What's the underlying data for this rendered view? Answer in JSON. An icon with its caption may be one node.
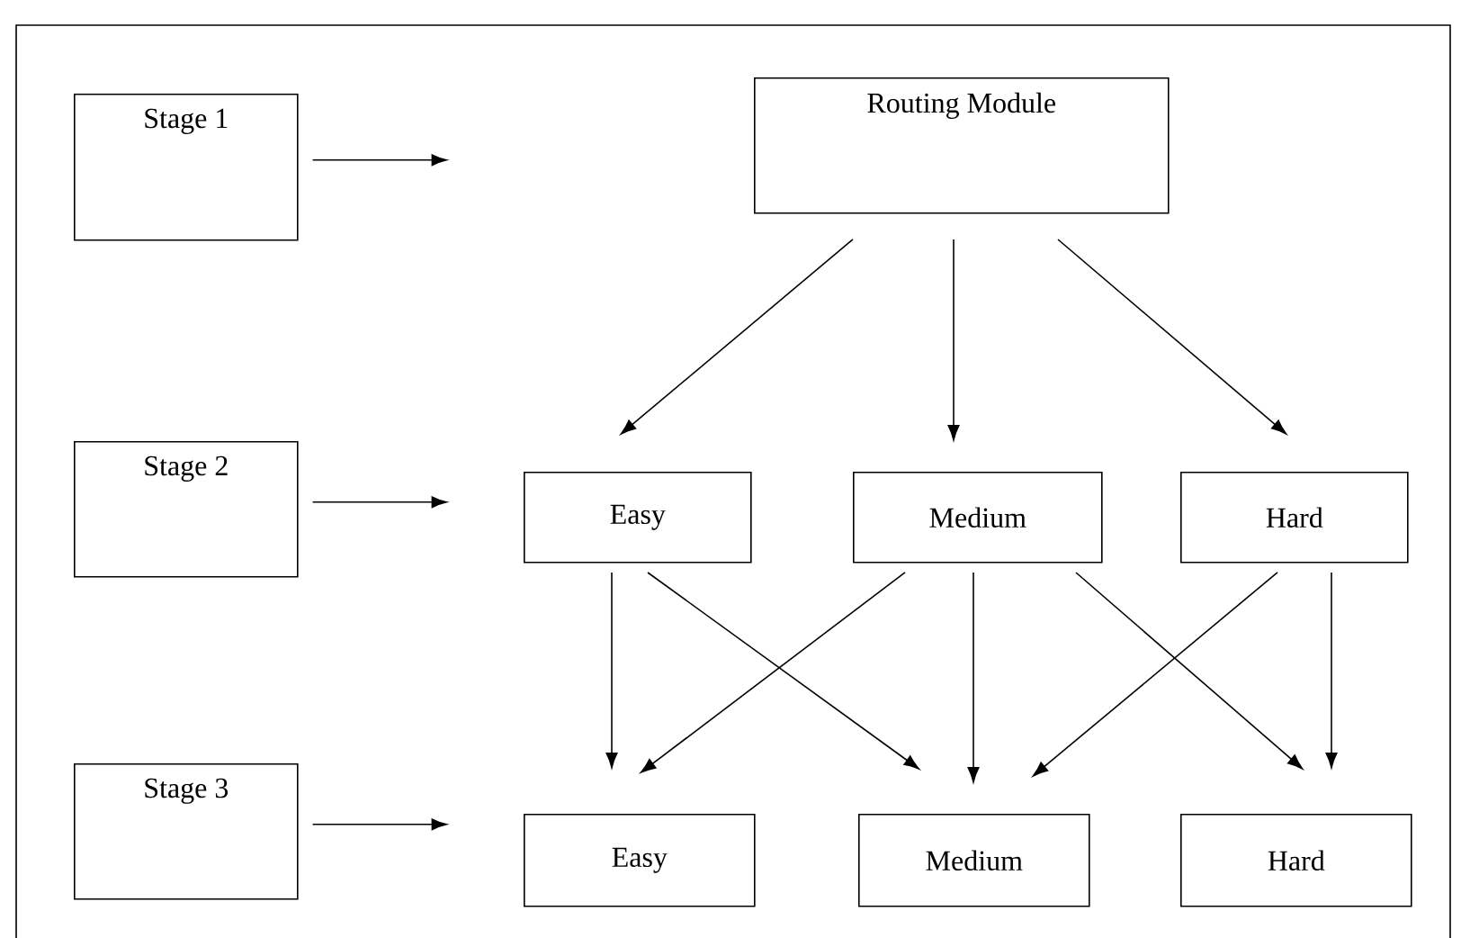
{
  "diagram": {
    "nodes": [
      {
        "text": [
          "Stage 1"
        ]
      },
      {
        "text": [
          "Routing Module"
        ]
      },
      {
        "text": [
          "Stage 2"
        ]
      },
      {
        "text": [
          "Easy"
        ]
      },
      {
        "text": [
          "Medium"
        ]
      },
      {
        "text": [
          "Hard"
        ]
      },
      {
        "text": [
          "Stage 3"
        ]
      },
      {
        "text": [
          "Easy"
        ]
      },
      {
        "text": [
          "Medium"
        ]
      },
      {
        "text": [
          "Hard"
        ]
      }
    ],
    "edges": [
      {
        "from": 0,
        "to": null,
        "arrow": "to"
      },
      {
        "from": 1,
        "to": 3,
        "arrow": "to"
      },
      {
        "from": 1,
        "to": 4,
        "arrow": "to"
      },
      {
        "from": 1,
        "to": 5,
        "arrow": "to"
      },
      {
        "from": 2,
        "to": null,
        "arrow": "to"
      },
      {
        "from": 3,
        "to": 7,
        "arrow": "to"
      },
      {
        "from": 3,
        "to": 8,
        "arrow": "to"
      },
      {
        "from": 4,
        "to": 7,
        "arrow": "to"
      },
      {
        "from": 4,
        "to": 8,
        "arrow": "to"
      },
      {
        "from": 4,
        "to": 9,
        "arrow": "to"
      },
      {
        "from": 5,
        "to": 8,
        "arrow": "to"
      },
      {
        "from": 5,
        "to": 9,
        "arrow": "to"
      },
      {
        "from": 6,
        "to": null,
        "arrow": "to"
      }
    ]
  }
}
